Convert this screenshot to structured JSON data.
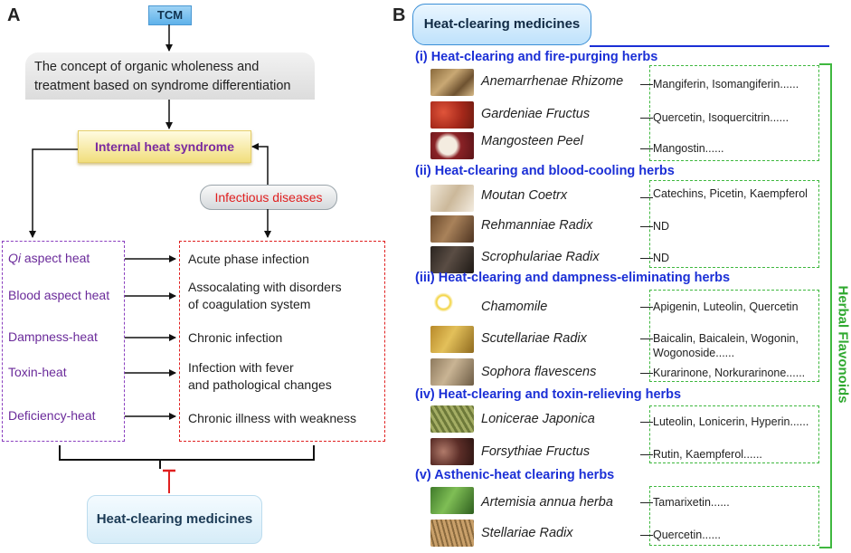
{
  "panel_a": {
    "letter": "A",
    "tcm": "TCM",
    "concept_line1": "The concept of organic wholeness and",
    "concept_line2": "treatment based on syndrome differentiation",
    "internal_heat": "Internal heat syndrome",
    "infectious": "Infectious diseases",
    "aspects": [
      {
        "italic": "Qi",
        "rest": " aspect heat"
      },
      {
        "italic": "",
        "rest": "Blood aspect heat"
      },
      {
        "italic": "",
        "rest": "Dampness-heat"
      },
      {
        "italic": "",
        "rest": "Toxin-heat"
      },
      {
        "italic": "",
        "rest": "Deficiency-heat"
      }
    ],
    "effects": [
      {
        "line1": "Acute phase infection",
        "line2": ""
      },
      {
        "line1": "Assocalating with disorders",
        "line2": "of coagulation system"
      },
      {
        "line1": "Chronic infection",
        "line2": ""
      },
      {
        "line1": "Infection with fever",
        "line2": "and pathological changes"
      },
      {
        "line1": "Chronic illness with weakness",
        "line2": ""
      }
    ],
    "heat_clearing": "Heat-clearing medicines"
  },
  "panel_b": {
    "letter": "B",
    "title": "Heat-clearing medicines",
    "side_label": "Herbal Flavonoids",
    "categories": [
      {
        "label": "(i) Heat-clearing and fire-purging herbs",
        "herbs": [
          {
            "name": "Anemarrhenae Rhizome",
            "components": [
              "Mangiferin, Isomangiferin......"
            ]
          },
          {
            "name": "Gardeniae Fructus",
            "components": [
              "Quercetin, Isoquercitrin......"
            ]
          },
          {
            "name": "Mangosteen Peel",
            "components": [
              "Mangostin......"
            ]
          }
        ]
      },
      {
        "label": "(ii) Heat-clearing and blood-cooling herbs",
        "herbs": [
          {
            "name": "Moutan Coetrx",
            "components": [
              "Catechins, Picetin, Kaempferol"
            ]
          },
          {
            "name": "Rehmanniae Radix",
            "components": [
              "ND"
            ]
          },
          {
            "name": "Scrophulariae Radix",
            "components": [
              "ND"
            ]
          }
        ]
      },
      {
        "label": "(iii) Heat-clearing and dampness-eliminating herbs",
        "herbs": [
          {
            "name": "Chamomile",
            "components": [
              "Apigenin, Luteolin, Quercetin"
            ]
          },
          {
            "name": "Scutellariae Radix",
            "components": [
              "Baicalin, Baicalein, Wogonin,",
              "Wogonoside......"
            ]
          },
          {
            "name": "Sophora flavescens",
            "components": [
              "Kurarinone, Norkurarinone......"
            ]
          }
        ]
      },
      {
        "label": "(iv) Heat-clearing and toxin-relieving herbs",
        "herbs": [
          {
            "name": "Lonicerae Japonica",
            "components": [
              "Luteolin, Lonicerin, Hyperin......"
            ]
          },
          {
            "name": "Forsythiae Fructus",
            "components": [
              "Rutin, Kaempferol......"
            ]
          }
        ]
      },
      {
        "label": "(v) Asthenic-heat clearing herbs",
        "herbs": [
          {
            "name": "Artemisia annua herba",
            "components": [
              "Tamarixetin......"
            ]
          },
          {
            "name": "Stellariae Radix",
            "components": [
              "Quercetin......"
            ]
          }
        ]
      }
    ]
  }
}
